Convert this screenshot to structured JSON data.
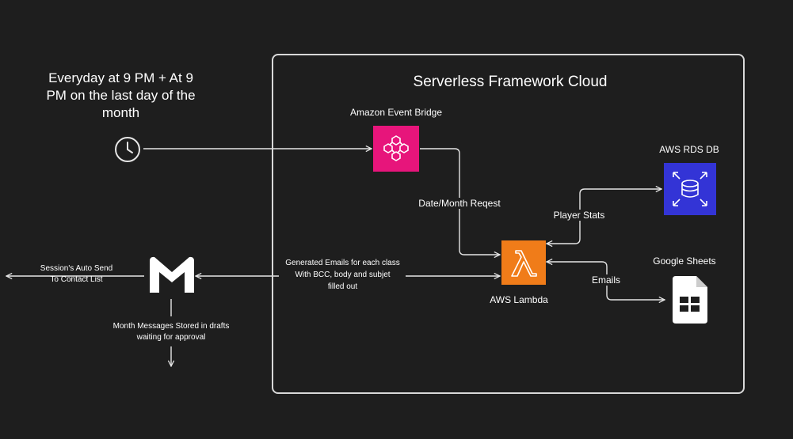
{
  "schedule": {
    "line1": "Everyday at 9 PM + At 9",
    "line2": "PM on the last day of the",
    "line3": "month"
  },
  "cloud": {
    "title": "Serverless Framework Cloud"
  },
  "eventbridge": {
    "label": "Amazon Event Bridge"
  },
  "rds": {
    "label": "AWS RDS DB"
  },
  "lambda": {
    "label": "AWS Lambda"
  },
  "sheets": {
    "label": "Google Sheets"
  },
  "edges": {
    "date_month": "Date/Month Reqest",
    "player_stats": "Player Stats",
    "emails": "Emails",
    "generated_1": "Generated Emails for each class",
    "generated_2": "With BCC, body and subjet",
    "generated_3": "filled out",
    "auto_send_1": "Session's Auto Send",
    "auto_send_2": "To Contact List",
    "drafts_1": "Month Messages Stored in drafts",
    "drafts_2": "waiting for approval"
  },
  "colors": {
    "background": "#1e1e1e",
    "eventbridge": "#e7157b",
    "rds": "#3334d6",
    "lambda": "#f07c19",
    "line": "#e6e6e6"
  },
  "icons": {
    "clock": "clock-icon",
    "eventbridge": "eventbridge-icon",
    "rds": "rds-database-icon",
    "lambda": "lambda-icon",
    "sheets": "google-sheets-icon",
    "gmail": "gmail-icon"
  }
}
